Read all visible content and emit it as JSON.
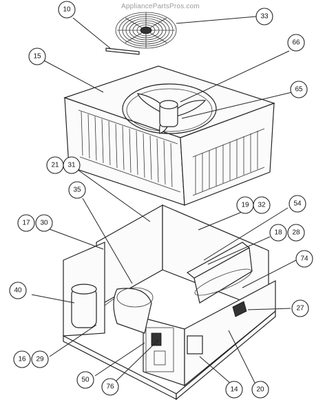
{
  "watermark": "AppliancePartsPros.com",
  "callouts": [
    {
      "label": "10"
    },
    {
      "label": "33"
    },
    {
      "label": "15"
    },
    {
      "label": "66"
    },
    {
      "label": "65"
    },
    {
      "label": "21"
    },
    {
      "label": "31"
    },
    {
      "label": "35"
    },
    {
      "label": "19"
    },
    {
      "label": "32"
    },
    {
      "label": "54"
    },
    {
      "label": "17"
    },
    {
      "label": "30"
    },
    {
      "label": "18"
    },
    {
      "label": "28"
    },
    {
      "label": "74"
    },
    {
      "label": "40"
    },
    {
      "label": "27"
    },
    {
      "label": "16"
    },
    {
      "label": "29"
    },
    {
      "label": "50"
    },
    {
      "label": "76"
    },
    {
      "label": "14"
    },
    {
      "label": "20"
    }
  ]
}
